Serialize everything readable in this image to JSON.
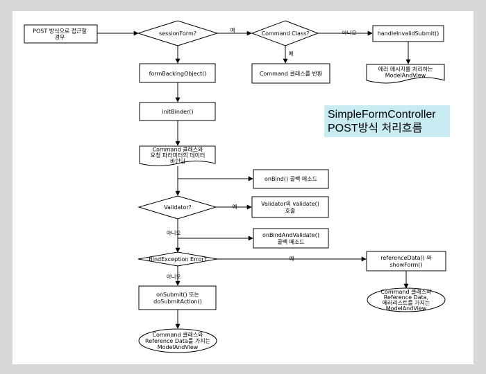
{
  "title": {
    "line1": "SimpleFormController",
    "line2": "POST방식 처리흐름"
  },
  "nodes": {
    "start": [
      "POST 방식으로 접근할",
      "경우"
    ],
    "session_form": [
      "sessionForm?"
    ],
    "command_class": [
      "Command Class?"
    ],
    "handle_invalid": [
      "handleInvalidSubmit()"
    ],
    "form_backing": [
      "formBackingObject()"
    ],
    "command_return": [
      "Command 클래스를 반환"
    ],
    "error_mav": [
      "에러 메시지를 처리하는",
      "ModelAndView"
    ],
    "init_binder": [
      "initBinder()"
    ],
    "bind_data": [
      "Command 클래스와",
      "요청 파라미터의 데이터",
      "바인딩"
    ],
    "on_bind": [
      "onBind() 콜백 메소드"
    ],
    "validator": [
      "Validator?"
    ],
    "validate_call": [
      "Validator의 validate()",
      "호출"
    ],
    "on_bind_validate": [
      "onBindAndValidate()",
      "콜백 메소드"
    ],
    "bind_error": [
      "BindException Error?"
    ],
    "reference_data": [
      "referenceData() 와",
      "showForm()"
    ],
    "on_submit": [
      "onSubmit() 또는",
      "doSubmitAction()"
    ],
    "form_mav": [
      "Command 클래스와",
      "Reference Data,",
      "에러리스트를 가지는",
      "ModelAndView"
    ],
    "success_mav": [
      "Command 클래스와",
      "Reference Data를 가지는",
      "ModelAndView"
    ]
  },
  "edge_labels": {
    "session_yes": "예",
    "class_no": "아니오",
    "class_yes": "예",
    "validator_yes": "예",
    "validator_no": "아니오",
    "error_yes": "예",
    "error_no": "아니오"
  }
}
